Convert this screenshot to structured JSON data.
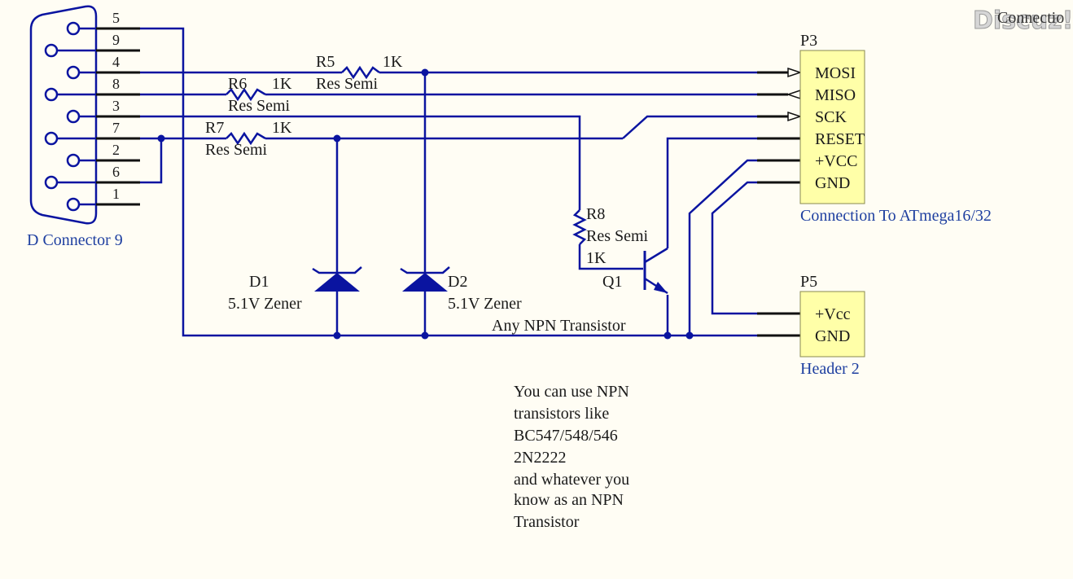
{
  "watermark": {
    "brand": "Discuz!",
    "corner_text": "Connectio"
  },
  "connector": {
    "label": "D Connector 9",
    "pins": [
      "5",
      "9",
      "4",
      "8",
      "3",
      "7",
      "2",
      "6",
      "1"
    ]
  },
  "resistors": [
    {
      "ref": "R5",
      "value": "1K",
      "type": "Res Semi"
    },
    {
      "ref": "R6",
      "value": "1K",
      "type": "Res Semi"
    },
    {
      "ref": "R7",
      "value": "1K",
      "type": "Res Semi"
    },
    {
      "ref": "R8",
      "value": "1K",
      "type": "Res Semi"
    }
  ],
  "diodes": [
    {
      "ref": "D1",
      "desc": "5.1V Zener"
    },
    {
      "ref": "D2",
      "desc": "5.1V Zener"
    }
  ],
  "transistor": {
    "ref": "Q1",
    "desc": "Any NPN Transistor"
  },
  "header_p3": {
    "ref": "P3",
    "pins": [
      "MOSI",
      "MISO",
      "SCK",
      "RESET",
      "+VCC",
      "GND"
    ],
    "caption": "Connection To ATmega16/32"
  },
  "header_p5": {
    "ref": "P5",
    "pins": [
      "+Vcc",
      "GND"
    ],
    "caption": "Header 2"
  },
  "note": [
    "You can use NPN",
    "transistors like",
    "BC547/548/546",
    "2N2222",
    "and whatever you",
    "know as an NPN",
    "Transistor"
  ],
  "colors": {
    "wire": "#0a14a0",
    "header_fill": "#ffffa8",
    "background": "#fffdf4"
  }
}
